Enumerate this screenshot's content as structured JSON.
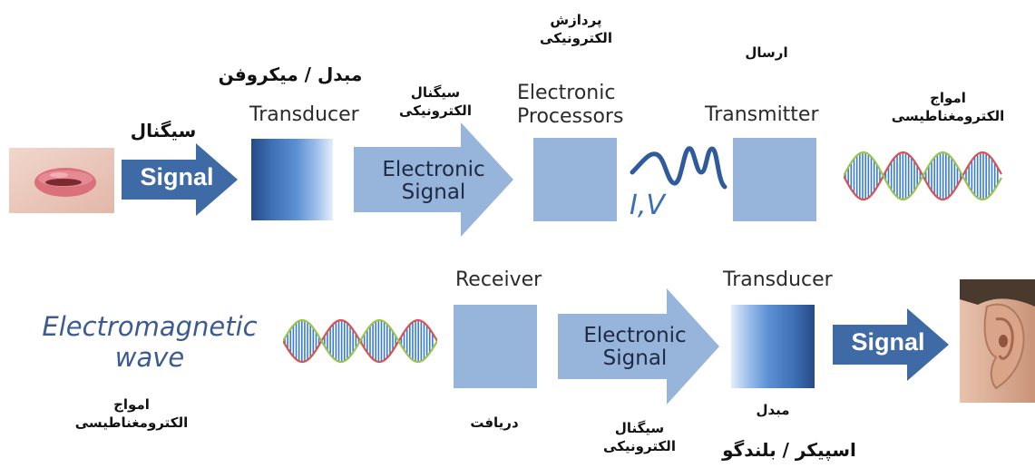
{
  "top_row": {
    "signal_arrow_label": "Signal",
    "signal_fa": "سیگنال",
    "transducer_label": "Transducer",
    "transducer_fa": "مبدل / میکروفن",
    "electronic_signal_label_line1": "Electronic",
    "electronic_signal_label_line2": "Signal",
    "electronic_signal_fa_line1": "سیگنال",
    "electronic_signal_fa_line2": "الکترونیکی",
    "processors_label_line1": "Electronic",
    "processors_label_line2": "Processors",
    "processors_fa_line1": "پردازش",
    "processors_fa_line2": "الکترونیکی",
    "iv_label": "I,V",
    "transmitter_label": "Transmitter",
    "transmitter_fa": "ارسال",
    "em_waves_fa_line1": "امواج",
    "em_waves_fa_line2": "الکترومغناطیسی"
  },
  "bottom_row": {
    "em_wave_label_line1": "Electromagnetic",
    "em_wave_label_line2": "wave",
    "em_waves_fa_line1": "امواج",
    "em_waves_fa_line2": "الکترومغناطیسی",
    "receiver_label": "Receiver",
    "receiver_fa": "دریافت",
    "electronic_signal_label_line1": "Electronic",
    "electronic_signal_label_line2": "Signal",
    "electronic_signal_fa_line1": "سیگنال",
    "electronic_signal_fa_line2": "الکترونیکی",
    "transducer_label": "Transducer",
    "transducer_fa": "مبدل",
    "speaker_fa": "اسپیکر / بلندگو",
    "signal_arrow_label": "Signal"
  },
  "colors": {
    "dark_arrow": "#3e6aa6",
    "light_arrow": "#97b4da",
    "box": "#97b4da",
    "wave_blue": "#3a7bd5",
    "wave_red": "#d9534f",
    "wave_green": "#9bc44a"
  }
}
